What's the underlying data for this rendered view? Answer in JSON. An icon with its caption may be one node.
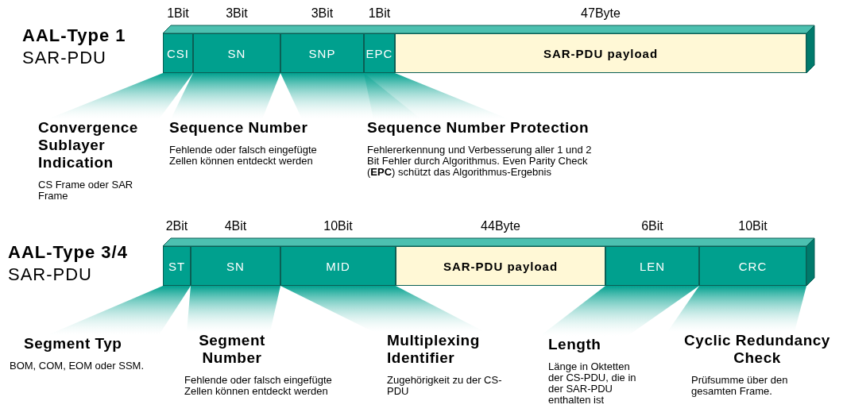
{
  "diagram": {
    "nodes": [
      {
        "text": [
          "CSI"
        ],
        "beside": [
          "1Bit"
        ]
      },
      {
        "text": [
          "SN"
        ],
        "beside": [
          "3Bit"
        ]
      },
      {
        "text": [
          "SNP"
        ],
        "beside": [
          "3Bit"
        ]
      },
      {
        "text": [
          "EPC"
        ],
        "beside": [
          "1Bit"
        ]
      },
      {
        "text": [
          "SAR-PDU payload"
        ],
        "beside": [
          "47Byte"
        ]
      },
      {
        "text": [
          "Convergence Sublayer Indication",
          "CS Frame oder SAR Frame"
        ]
      },
      {
        "text": [
          "Sequence Number",
          "Fehlende oder falsch eingefügte Zellen können entdeckt werden"
        ]
      },
      {
        "text": [
          "Sequence Number Protection",
          "Fehlererkennung und Verbesserung aller 1 und 2 Bit Fehler durch Algorithmus. Even Parity Check (**EPC**) schützt das Algorithmus-Ergebnis"
        ]
      },
      {
        "text": [
          "ST"
        ],
        "beside": [
          "2Bit"
        ]
      },
      {
        "text": [
          "SN"
        ],
        "beside": [
          "4Bit"
        ]
      },
      {
        "text": [
          "MID"
        ],
        "beside": [
          "10Bit"
        ]
      },
      {
        "text": [
          "SAR-PDU payload"
        ],
        "beside": [
          "44Byte"
        ]
      },
      {
        "text": [
          "LEN"
        ],
        "beside": [
          "6Bit"
        ]
      },
      {
        "text": [
          "CRC"
        ],
        "beside": [
          "10Bit"
        ]
      },
      {
        "text": [
          "Segment Typ",
          "BOM, COM, EOM oder SSM."
        ]
      },
      {
        "text": [
          "Segment Number",
          "Fehlende oder falsch eingefügte Zellen können entdeckt werden"
        ]
      },
      {
        "text": [
          "Multiplexing Identifier",
          "Zugehörigkeit zu der CS-PDU"
        ]
      },
      {
        "text": [
          "Length",
          "Länge in Oktetten der CS-PDU, die in der SAR-PDU enthalten ist"
        ]
      },
      {
        "text": [
          "Cyclic Redundancy Check",
          "Prüfsumme über den gesamten Frame."
        ]
      }
    ],
    "edges": [
      {
        "from": 0,
        "to": 5,
        "arrow": "none"
      },
      {
        "from": 1,
        "to": 6,
        "arrow": "none"
      },
      {
        "from": 2,
        "to": 7,
        "arrow": "none"
      },
      {
        "from": 3,
        "to": 7,
        "arrow": "none"
      },
      {
        "from": 8,
        "to": 14,
        "arrow": "none"
      },
      {
        "from": 9,
        "to": 15,
        "arrow": "none"
      },
      {
        "from": 10,
        "to": 16,
        "arrow": "none"
      },
      {
        "from": 12,
        "to": 17,
        "arrow": "none"
      },
      {
        "from": 13,
        "to": 18,
        "arrow": "none"
      }
    ],
    "labels": [
      "AAL-Type 1",
      "SAR-PDU",
      "AAL-Type 3/4",
      "SAR-PDU"
    ]
  }
}
